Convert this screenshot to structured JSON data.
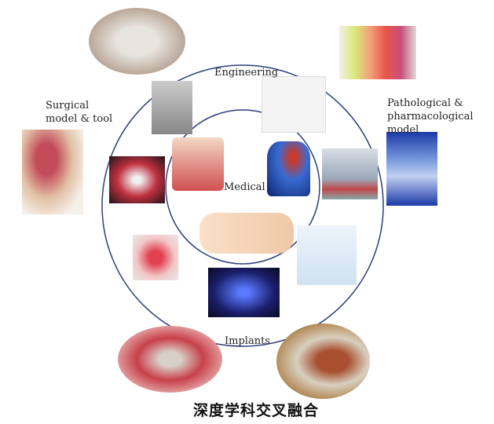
{
  "labels": {
    "engineering": "Engineering",
    "medical": "Medical",
    "implants": "Implants",
    "surgical": "Surgical\nmodel & tool",
    "pathological": "Pathological &\npharmacological\nmodel"
  },
  "title": "深度学科交叉融合",
  "colors": {
    "ring": "#2b3f7a"
  }
}
